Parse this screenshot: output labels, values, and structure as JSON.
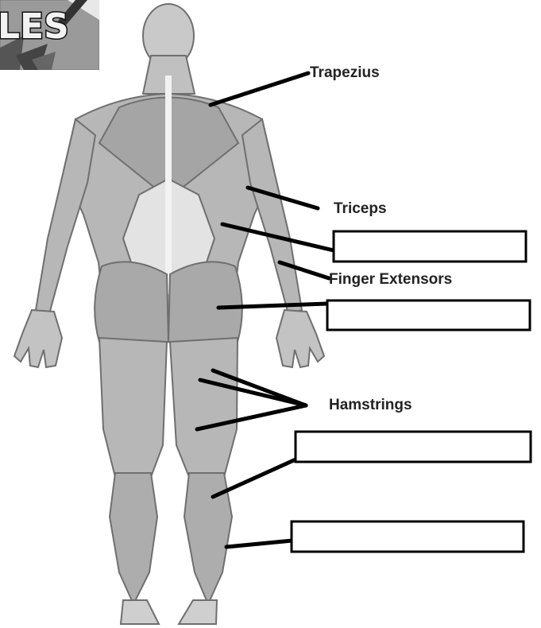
{
  "logo": {
    "text": "LES"
  },
  "labels": {
    "trapezius": "Trapezius",
    "triceps": "Triceps",
    "finger_extensors": "Finger Extensors",
    "hamstrings": "Hamstrings"
  },
  "blank_boxes": [
    {
      "value": ""
    },
    {
      "value": ""
    },
    {
      "value": ""
    },
    {
      "value": ""
    }
  ],
  "colors": {
    "muscle": "#b7b7b7",
    "muscle_dark": "#8f8f8f",
    "line": "#000000",
    "background": "#ffffff"
  }
}
